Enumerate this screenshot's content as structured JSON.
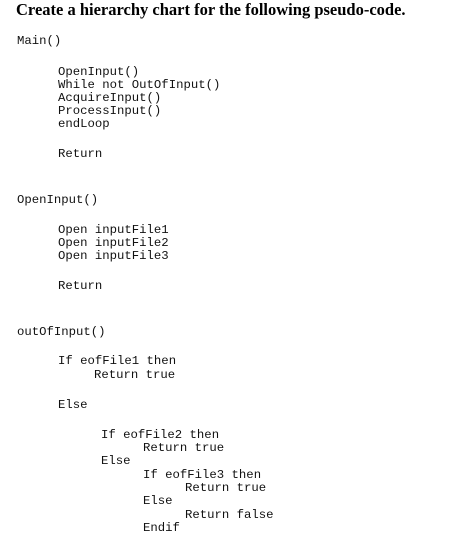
{
  "question": {
    "title": "Create a hierarchy chart for the following pseudo-code."
  },
  "code": {
    "main": {
      "header": "Main()",
      "body": [
        "OpenInput()",
        "While not OutOfInput()",
        "AcquireInput()",
        "ProcessInput()",
        "endLoop"
      ],
      "return": "Return"
    },
    "open_input": {
      "header": "OpenInput()",
      "body": [
        "Open inputFile1",
        "Open inputFile2",
        "Open inputFile3"
      ],
      "return": "Return"
    },
    "out_of_input": {
      "header": "outOfInput()",
      "lines": [
        "If eofFile1 then",
        "Return true",
        "Else",
        "If eofFile2 then",
        "Return true",
        "Else",
        "If eofFile3 then",
        "Return true",
        "Else",
        "Return false",
        "Endif"
      ]
    }
  }
}
